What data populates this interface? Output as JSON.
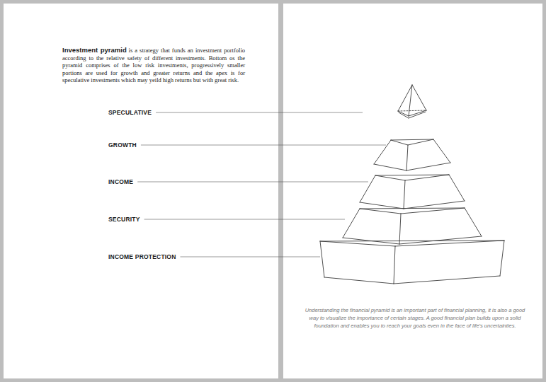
{
  "diagram": {
    "caption": "Understanding the financial pyramid is an important part of financial planning, it is also a good way to visualize the importance of certain stages. A good financial plan builds upon a solid foundation and enables you to reach your goals even in the face of life's uncertainties.",
    "labels": [
      "Investment pyramid",
      "is a strategy that funds an investment portfolio according to the relative safety of different investments. Bottom os the pyramid comprises of the low risk investments, progressively smaller portions are used for growth and greater returns and the apex is for speculative investments which may yeild high returns but with great risk.",
      "SPECULATIVE",
      "GROWTH",
      "INCOME",
      "SECURITY",
      "INCOME PROTECTION"
    ]
  }
}
